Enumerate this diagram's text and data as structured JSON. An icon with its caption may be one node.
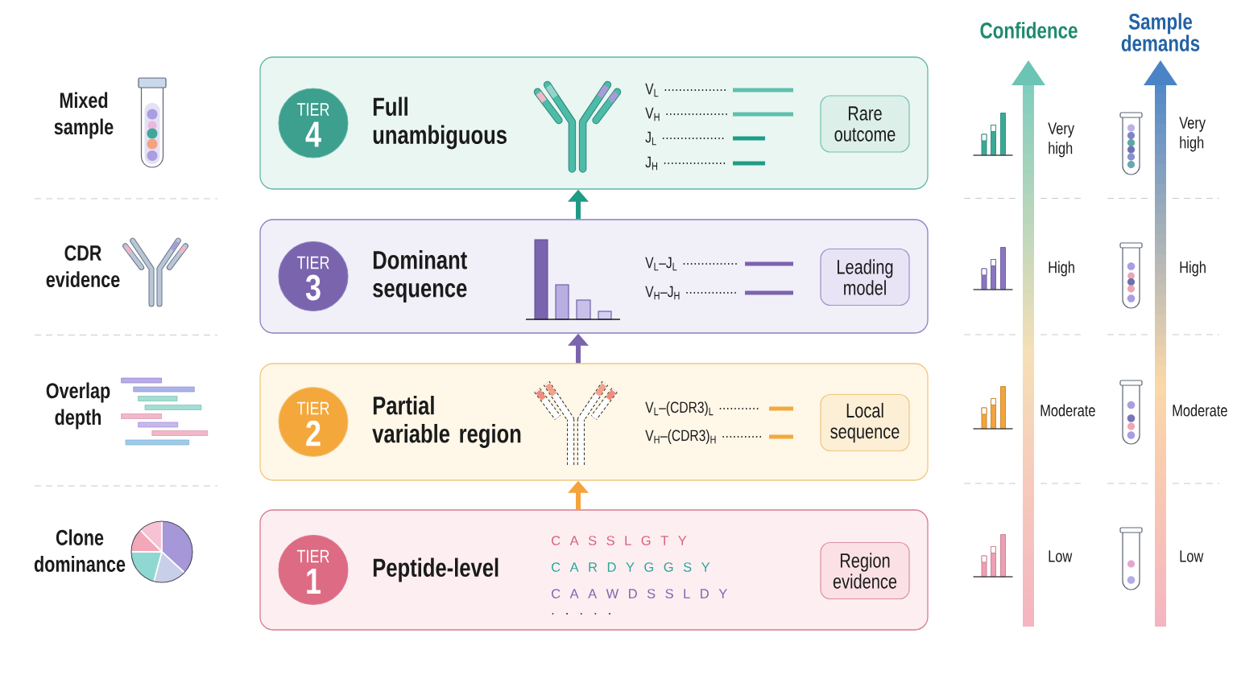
{
  "diagram": {
    "nodes": [
      {
        "text": [
          "Full unambiguous",
          "V$_{L}$",
          "V$_{H}$",
          "J$_{L}$",
          "J$_{H}$"
        ]
      },
      {
        "text": [
          "TIER",
          "4"
        ],
        "in": 0
      },
      {
        "text": [
          "Rare outcome"
        ],
        "in": 0
      },
      {
        "text": [
          "Dominant sequence",
          "V$_{L}$–J$_{L}$",
          "V$_{H}$–J$_{H}$"
        ]
      },
      {
        "text": [
          "TIER",
          "3"
        ],
        "in": 3
      },
      {
        "text": [
          "Leading model"
        ],
        "in": 3
      },
      {
        "text": [
          "Partial variable region",
          "V$_{L}$–(CDR3)$_{L}$",
          "V$_{H}$–(CDR3)$_{H}$"
        ]
      },
      {
        "text": [
          "TIER",
          "2"
        ],
        "in": 6
      },
      {
        "text": [
          "Local sequence"
        ],
        "in": 6
      },
      {
        "text": [
          "Peptide-level",
          "C A S S L G T Y",
          "C A R D Y G G S Y",
          "C A A W D S S L D Y",
          ". . . . ."
        ]
      },
      {
        "text": [
          "TIER",
          "1"
        ],
        "in": 9
      },
      {
        "text": [
          "Region evidence"
        ],
        "in": 9
      }
    ],
    "edges": [
      {
        "from": 3,
        "to": 0,
        "arrow": "to",
        "color": "#1f9a85"
      },
      {
        "from": 6,
        "to": 3,
        "arrow": "to",
        "color": "#7b64ae"
      },
      {
        "from": 9,
        "to": 6,
        "arrow": "to",
        "color": "#f5a33a"
      }
    ],
    "labels": [
      "Confidence",
      "Sample demands",
      "Mixed sample",
      "Very high",
      "Very high",
      "CDR evidence",
      "High",
      "High",
      "Overlap depth",
      "Moderate",
      "Moderate",
      "Clone dominance",
      "Low",
      "Low"
    ]
  }
}
